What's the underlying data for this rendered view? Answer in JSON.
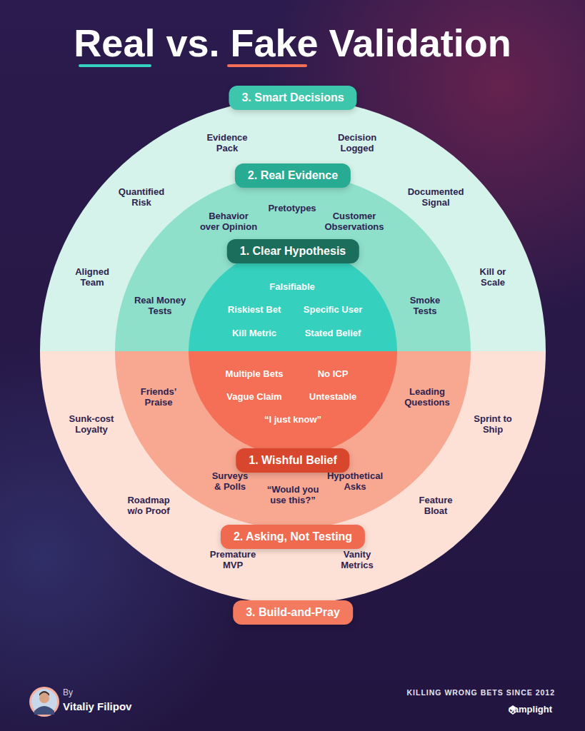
{
  "diagram": {
    "title": "Real vs. Fake Validation",
    "nodes": [
      {
        "text": [
          "Evidence Pack",
          "Decision Logged",
          "Quantified Risk",
          "Documented Signal",
          "Aligned Team",
          "Kill or Scale"
        ]
      },
      {
        "text": [
          "3. Smart Decisions"
        ],
        "in": 0
      },
      {
        "text": [
          "Pretotypes",
          "Behavior over Opinion",
          "Customer Observations",
          "Real Money Tests",
          "Smoke Tests"
        ],
        "in": 0
      },
      {
        "text": [
          "2. Real Evidence"
        ],
        "in": 2
      },
      {
        "text": [
          "Falsifiable",
          "Riskiest Bet",
          "Specific User",
          "Kill Metric",
          "Stated Belief"
        ],
        "in": 2
      },
      {
        "text": [
          "1. Clear Hypothesis"
        ],
        "in": 4
      },
      {
        "text": [
          "Sunk-cost Loyalty",
          "Sprint to Ship",
          "Roadmap w/o Proof",
          "Feature Bloat",
          "Premature MVP",
          "Vanity Metrics"
        ]
      },
      {
        "text": [
          "3. Build-and-Pray"
        ],
        "in": 6
      },
      {
        "text": [
          "Friends’ Praise",
          "Leading Questions",
          "Surveys & Polls",
          "“Would you use this?”",
          "Hypothetical Asks"
        ],
        "in": 6
      },
      {
        "text": [
          "2. Asking, Not Testing"
        ],
        "in": 8
      },
      {
        "text": [
          "Multiple Bets",
          "No ICP",
          "Vague Claim",
          "Untestable",
          "“I just know”"
        ],
        "in": 8
      },
      {
        "text": [
          "1. Wishful Belief"
        ],
        "in": 10
      }
    ],
    "labels": [
      "By",
      "Vitaliy Filipov",
      "KILLING WRONG BETS SINCE 2012",
      "camplight"
    ]
  }
}
